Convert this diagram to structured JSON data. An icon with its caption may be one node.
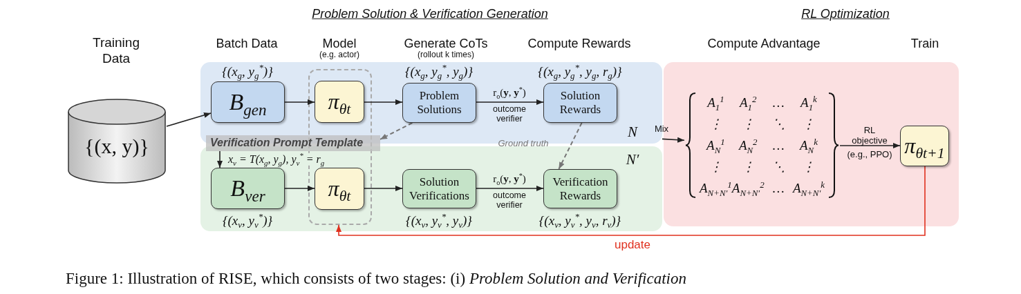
{
  "diagram": {
    "caption": "Figure 1: Illustration of RISE, which consists of two stages: (i) *Problem Solution and Verification*",
    "nodes": [
      {
        "text": [
          "{(x, y)}"
        ],
        "beside": [
          "Training Data"
        ]
      },
      {
        "text": [],
        "shape": "box"
      },
      {
        "text": [
          "B$_{gen}$"
        ],
        "in": 1,
        "beside": [
          "{(x$_{g}$, y$_{g}$$^{*}$)}"
        ]
      },
      {
        "text": [],
        "shape": "box"
      },
      {
        "text": [
          "π$_{θt}$"
        ]
      },
      {
        "text": [
          "Problem Solutions"
        ],
        "in": 1,
        "beside": [
          "{(x$_{g}$, y$_{g}$$^{*}$, y$_{g}$)}"
        ]
      },
      {
        "text": [
          "Solution Rewards"
        ],
        "in": 1,
        "beside": [
          "{(x$_{g}$, y$_{g}$$^{*}$, y$_{g}$, r$_{g}$)}"
        ]
      },
      {
        "text": [],
        "shape": "box"
      },
      {
        "text": [
          "Verification Prompt Template"
        ]
      },
      {
        "text": [
          "B$_{ver}$"
        ],
        "in": 7,
        "beside": [
          "{(x$_{v}$, y$_{v}$$^{*}$)}"
        ]
      },
      {
        "text": [
          "π$_{θt}$"
        ]
      },
      {
        "text": [
          "Solution Verifications"
        ],
        "in": 7,
        "beside": [
          "{(x$_{v}$, y$_{v}$$^{*}$, y$_{v}$)}"
        ]
      },
      {
        "text": [
          "Verification Rewards"
        ],
        "in": 7,
        "beside": [
          "{(x$_{v}$, y$_{v}$$^{*}$, y$_{v}$, r$_{v}$)}"
        ]
      },
      {
        "text": [],
        "shape": "box"
      },
      {
        "text": [
          "A$_{1}$$^{1}$",
          "A$_{1}$$^{2}$",
          "…",
          "A$_{1}$$^{k}$",
          "⋮",
          "⋮",
          "⋱",
          "⋮",
          "A$_{N}$$^{1}$",
          "A$_{N}$$^{2}$",
          "…",
          "A$_{N}$$^{k}$",
          "⋮",
          "⋮",
          "⋱",
          "⋮",
          "A$_{N+N′}$$^{1}$",
          "A$_{N+N′}$$^{2}$",
          "…",
          "A$_{N+N′}$$^{k}$"
        ],
        "in": 13
      },
      {
        "text": [
          "π$_{θt+1}$"
        ],
        "in": 13
      }
    ],
    "edges": [
      {
        "from": 0,
        "to": 2,
        "arrow": "to"
      },
      {
        "from": 2,
        "to": 4,
        "arrow": "to"
      },
      {
        "from": 4,
        "to": 5,
        "arrow": "to"
      },
      {
        "from": 5,
        "to": 6,
        "arrow": "to",
        "label": "r$_{o}$(**y**, **y**$^{*}$)"
      },
      {
        "from": 5,
        "to": 8,
        "arrow": "to",
        "style": "dashed",
        "color": "#777777"
      },
      {
        "from": 6,
        "to": 12,
        "arrow": "to",
        "style": "dashed",
        "color": "#777777",
        "label": "Ground truth"
      },
      {
        "from": 8,
        "to": 9,
        "arrow": "to",
        "label": "x$_{v}$ = T(x$_{g}$, y$_{g}$), y$_{v}$$^{*}$ = r$_{g}$"
      },
      {
        "from": 9,
        "to": 10,
        "arrow": "to"
      },
      {
        "from": 10,
        "to": 11,
        "arrow": "to"
      },
      {
        "from": 11,
        "to": 12,
        "arrow": "to",
        "label": "r$_{o}$(**y**, **y**$^{*}$)"
      },
      {
        "from": 1,
        "to": 14,
        "arrow": "to",
        "label": "Mix"
      },
      {
        "from": 14,
        "to": 15,
        "arrow": "to",
        "label": "RL objective"
      },
      {
        "from": 15,
        "to": 3,
        "arrow": "to",
        "color": "#e0301e",
        "label": "update"
      }
    ],
    "labels": [
      "Problem Solution & Verification Generation",
      "RL Optimization",
      "Batch Data",
      "Model",
      "(e.g. actor)",
      "Generate CoTs",
      "(rollout k times)",
      "Compute Rewards",
      "Compute Advantage",
      "Train",
      "outcome verifier",
      "N",
      "N′",
      "outcome verifier",
      "(e.g., PPO)"
    ]
  }
}
